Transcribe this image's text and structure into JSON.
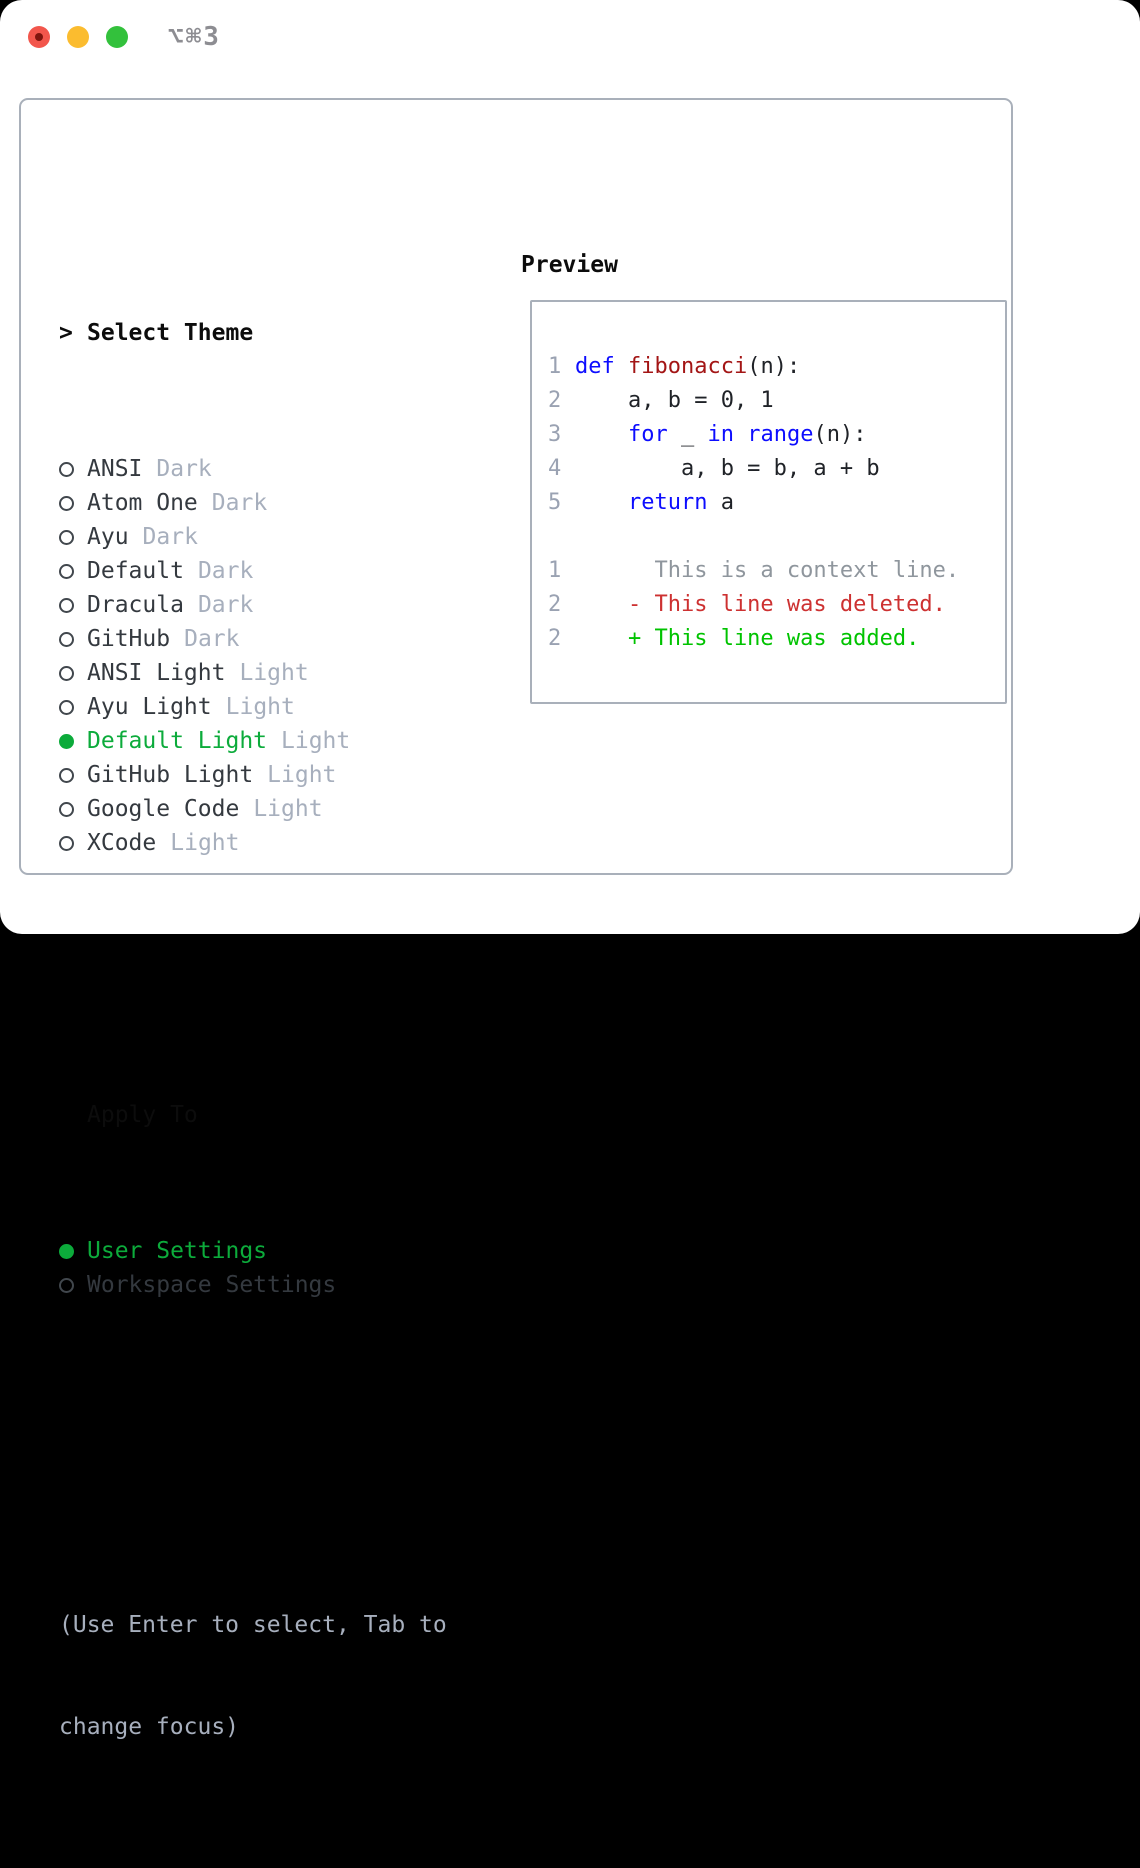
{
  "titlebar": {
    "title": "⌥⌘3",
    "buttons": [
      {
        "icon": "close-icon",
        "color": "#f2564c"
      },
      {
        "icon": "minimize-icon",
        "color": "#fbbc2f"
      },
      {
        "icon": "zoom-icon",
        "color": "#33c13c"
      }
    ]
  },
  "panel": {
    "select_theme": {
      "prompt": ">",
      "heading": "Select Theme",
      "themes": [
        {
          "name": "ANSI",
          "variant": "Dark",
          "selected": false
        },
        {
          "name": "Atom One",
          "variant": "Dark",
          "selected": false
        },
        {
          "name": "Ayu",
          "variant": "Dark",
          "selected": false
        },
        {
          "name": "Default",
          "variant": "Dark",
          "selected": false
        },
        {
          "name": "Dracula",
          "variant": "Dark",
          "selected": false
        },
        {
          "name": "GitHub",
          "variant": "Dark",
          "selected": false
        },
        {
          "name": "ANSI Light",
          "variant": "Light",
          "selected": false
        },
        {
          "name": "Ayu Light",
          "variant": "Light",
          "selected": false
        },
        {
          "name": "Default Light",
          "variant": "Light",
          "selected": true
        },
        {
          "name": "GitHub Light",
          "variant": "Light",
          "selected": false
        },
        {
          "name": "Google Code",
          "variant": "Light",
          "selected": false
        },
        {
          "name": "XCode",
          "variant": "Light",
          "selected": false
        }
      ]
    },
    "apply_to": {
      "heading": "Apply To",
      "options": [
        {
          "label": "User Settings",
          "selected": true
        },
        {
          "label": "Workspace Settings",
          "selected": false
        }
      ]
    },
    "hint_lines": [
      "(Use Enter to select, Tab to",
      "change focus)"
    ]
  },
  "preview": {
    "heading": "Preview",
    "lines": [
      {
        "num": "1",
        "segments": [
          {
            "style": "kw",
            "text": "def"
          },
          {
            "style": "code",
            "text": " "
          },
          {
            "style": "fn",
            "text": "fibonacci"
          },
          {
            "style": "code",
            "text": "(n):"
          }
        ]
      },
      {
        "num": "2",
        "segments": [
          {
            "style": "code",
            "text": "    a, b = 0, 1"
          }
        ]
      },
      {
        "num": "3",
        "segments": [
          {
            "style": "code",
            "text": "    "
          },
          {
            "style": "kw",
            "text": "for"
          },
          {
            "style": "code",
            "text": " _ "
          },
          {
            "style": "kw",
            "text": "in"
          },
          {
            "style": "code",
            "text": " "
          },
          {
            "style": "kw",
            "text": "range"
          },
          {
            "style": "code",
            "text": "(n):"
          }
        ]
      },
      {
        "num": "4",
        "segments": [
          {
            "style": "code",
            "text": "        a, b = b, a + b"
          }
        ]
      },
      {
        "num": "5",
        "segments": [
          {
            "style": "code",
            "text": "    "
          },
          {
            "style": "kw",
            "text": "return"
          },
          {
            "style": "code",
            "text": " a"
          }
        ]
      },
      {
        "num": "",
        "segments": []
      },
      {
        "num": "1",
        "segments": [
          {
            "style": "context",
            "text": "      This is a context line."
          }
        ]
      },
      {
        "num": "2",
        "segments": [
          {
            "style": "deleted",
            "text": "    - This line was deleted."
          }
        ]
      },
      {
        "num": "2",
        "segments": [
          {
            "style": "added",
            "text": "    + This line was added."
          }
        ]
      }
    ]
  },
  "colors": {
    "accent_green": "#0cab3b",
    "keyword_blue": "#0d0dff",
    "function_red": "#a31515",
    "diff_deleted_red": "#cd3131",
    "diff_added_green": "#00c300",
    "muted_gray": "#a7afbd",
    "line_number_gray": "#9aa2b2",
    "text_dark": "#34393f",
    "border_gray": "#a9b0ba"
  }
}
